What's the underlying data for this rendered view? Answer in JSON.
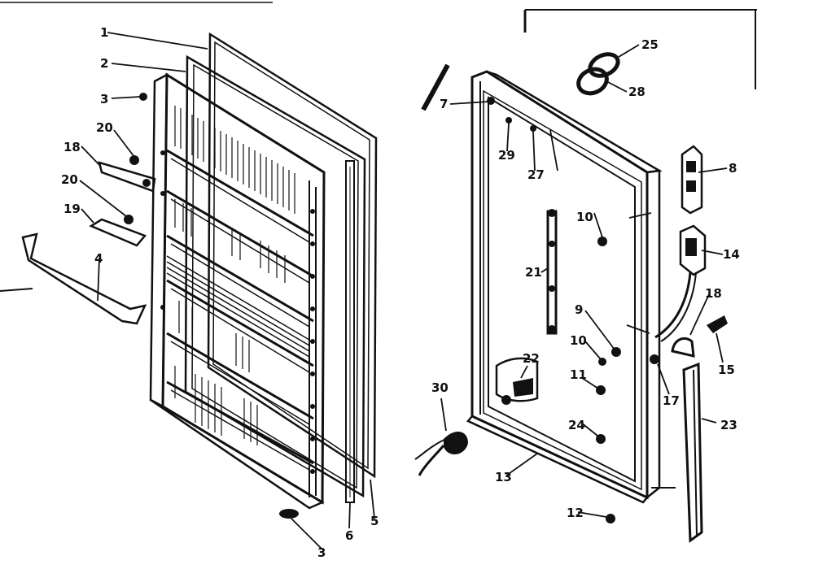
{
  "colors": {
    "ink": "#111111",
    "paper": "#ffffff",
    "shade": "#2a2a2a"
  },
  "callouts": {
    "c1": "1",
    "c2": "2",
    "c3a": "3",
    "c20a": "20",
    "c18a": "18",
    "c20b": "20",
    "c19": "19",
    "c4": "4",
    "c3b": "3",
    "c6": "6",
    "c5": "5",
    "c7": "7",
    "c29": "29",
    "c27": "27",
    "c25": "25",
    "c28": "28",
    "c8": "8",
    "c10a": "10",
    "c21": "21",
    "c14": "14",
    "c9": "9",
    "c10b": "10",
    "c11": "11",
    "c18b": "18",
    "c15": "15",
    "c17": "17",
    "c22": "22",
    "c30": "30",
    "c23": "23",
    "c24": "24",
    "c13": "13",
    "c12": "12"
  }
}
